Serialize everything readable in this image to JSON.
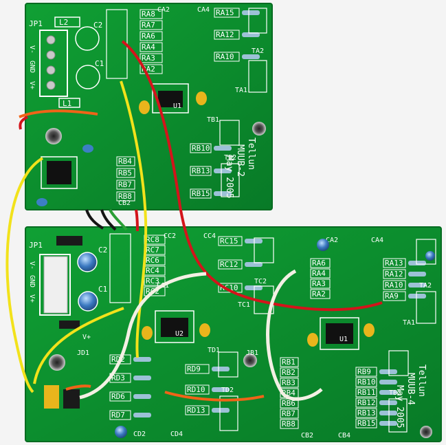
{
  "colors": {
    "background": "#f4f4f4",
    "pcb": "#0b8a2c",
    "pcb_edge": "#086a22",
    "silk": "#ffffff",
    "pad": "#c9c9c9",
    "ic": "#111111",
    "wire_red": "#d3141b",
    "wire_yellow": "#f2e21b",
    "wire_white": "#f3f0e4",
    "wire_orange": "#f06418",
    "wire_black": "#151515",
    "wire_green": "#2b9f36",
    "cap_blue": "#3c7fc4",
    "cap_yellow": "#e9b51c",
    "resistor": "#9cc1d6"
  },
  "top_board": {
    "jumper": "JP1",
    "inductor_1": "L1",
    "inductor_2": "L2",
    "cap_1": "C1",
    "cap_2": "C2",
    "terminal": [
      "V-",
      "GND",
      "V+"
    ],
    "ra_left": [
      "RA8",
      "RA7",
      "RA6",
      "RA4",
      "RA3",
      "RA2"
    ],
    "ra_right": [
      "RA15",
      "RA12",
      "RA10"
    ],
    "ca2": "CA2",
    "ca4": "CA4",
    "ta1": "TA1",
    "ta2": "TA2",
    "ic": "U1",
    "rb_left": [
      "RB4",
      "RB5",
      "RB7",
      "RB8"
    ],
    "rb_right": [
      "RB10",
      "RB13",
      "RB15"
    ],
    "tb1": "TB1",
    "tb2": "TB2",
    "cb2": "CB2",
    "title": [
      "Tellun",
      "MUUB-2",
      "May 2005"
    ]
  },
  "bottom_board": {
    "jumper": "JP1",
    "cap_1": "C1",
    "cap_2": "C2",
    "terminal": [
      "V-",
      "GND",
      "V+"
    ],
    "v_plus": "V+",
    "rc_left": [
      "RC8",
      "RC7",
      "RC6",
      "RC4",
      "RC3",
      "RC2"
    ],
    "rc_right": [
      "RC15",
      "RC12",
      "RC10"
    ],
    "cc1": "CC1",
    "cc2": "CC2",
    "cc4": "CC4",
    "tc1": "TC1",
    "tc2": "TC2",
    "ic_left": "U2",
    "ic_right": "U1",
    "jd1": "JD1",
    "jb1": "JB1",
    "rd_left": [
      "RD2",
      "RD3",
      "RD6",
      "RD7"
    ],
    "rd_mid": [
      "RD9",
      "RD10",
      "RD13"
    ],
    "td1": "TD1",
    "td2": "TD2",
    "cd2": "CD2",
    "cd4": "CD4",
    "rb_bl": [
      "RB1",
      "RB2",
      "RB3",
      "RB4",
      "RB6",
      "RB7",
      "RB8"
    ],
    "rb_br": [
      "RB9",
      "RB10",
      "RB11",
      "RB12",
      "RB13",
      "RB15"
    ],
    "cb2": "CB2",
    "cb4": "CB4",
    "tb2": "TB2",
    "ra_mid": [
      "RA6",
      "RA4",
      "RA3",
      "RA2"
    ],
    "ra_right": [
      "RA13",
      "RA12",
      "RA10",
      "RA9"
    ],
    "ca2": "CA2",
    "ca4": "CA4",
    "ta1": "TA1",
    "ta2": "TA2",
    "title": [
      "Tellun",
      "MUUB-4",
      "May 2005"
    ]
  }
}
